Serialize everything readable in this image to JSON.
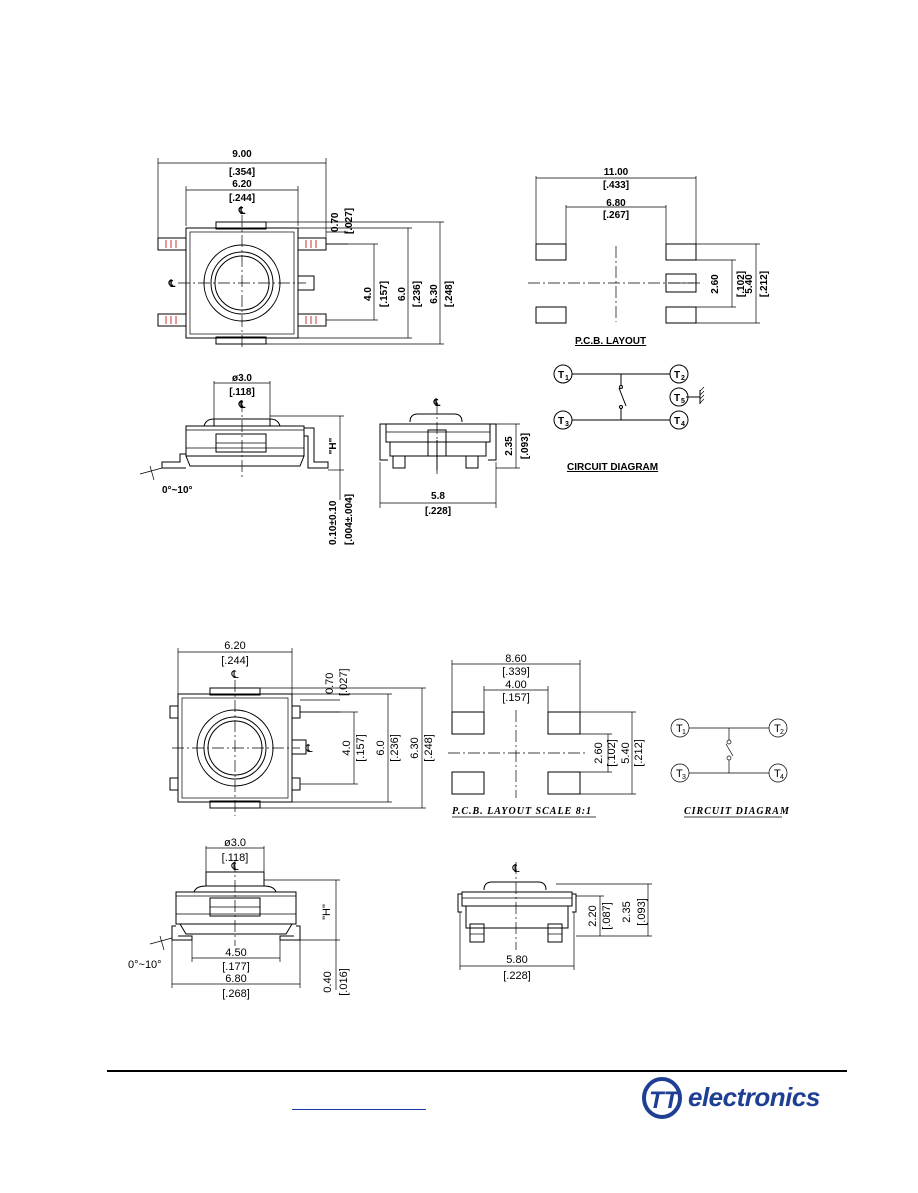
{
  "top": {
    "front": {
      "width_total": "9.00",
      "width_total_in": "[.354]",
      "width_body": "6.20",
      "width_body_in": "[.244]",
      "tab": "0.70",
      "tab_in": "[.027]",
      "pitch": "4.0",
      "pitch_in": "[.157]",
      "height_body": "6.0",
      "height_body_in": "[.236]",
      "height_total": "6.30",
      "height_total_in": "[.248]"
    },
    "pcb": {
      "outer": "11.00",
      "outer_in": "[.433]",
      "inner": "6.80",
      "inner_in": "[.267]",
      "pitch": "2.60",
      "pitch_in": "[.102]",
      "height": "5.40",
      "height_in": "[.212]",
      "label": "P.C.B. LAYOUT"
    },
    "circuit": {
      "t1": "1",
      "t2": "2",
      "t3": "3",
      "t4": "4",
      "t5": "5",
      "label": "CIRCUIT DIAGRAM"
    },
    "side": {
      "dia": "ø3.0",
      "dia_in": "[.118]",
      "H": "\"H\"",
      "angle": "0°~10°",
      "foot": "0.10±0.10",
      "foot_in": "[.004±.004]"
    },
    "end": {
      "h": "2.35",
      "h_in": "[.093]",
      "w": "5.8",
      "w_in": "[.228]"
    }
  },
  "bottom": {
    "front": {
      "width": "6.20",
      "width_in": "[.244]",
      "tab": "0.70",
      "tab_in": "[.027]",
      "pitch": "4.0",
      "pitch_in": "[.157]",
      "height_body": "6.0",
      "height_body_in": "[.236]",
      "height_total": "6.30",
      "height_total_in": "[.248]"
    },
    "pcb": {
      "outer": "8.60",
      "outer_in": "[.339]",
      "inner": "4.00",
      "inner_in": "[.157]",
      "pitch": "2.60",
      "pitch_in": "[.102]",
      "height": "5.40",
      "height_in": "[.212]",
      "label": "P.C.B.  LAYOUT  SCALE  8:1"
    },
    "circuit": {
      "t1": "1",
      "t2": "2",
      "t3": "3",
      "t4": "4",
      "label": "CIRCUIT  DIAGRAM"
    },
    "side": {
      "dia": "ø3.0",
      "dia_in": "[.118]",
      "H": "\"H\"",
      "angle": "0°~10°",
      "inner_w": "4.50",
      "inner_w_in": "[.177]",
      "outer_w": "6.80",
      "outer_w_in": "[.268]",
      "foot": "0.40",
      "foot_in": "[.016]"
    },
    "end": {
      "h1": "2.20",
      "h1_in": "[.087]",
      "h2": "2.35",
      "h2_in": "[.093]",
      "w": "5.80",
      "w_in": "[.228]"
    }
  },
  "footer": {
    "brand": "electronics",
    "brand_mark": "TT",
    "brand_color": "#1f3f94"
  }
}
